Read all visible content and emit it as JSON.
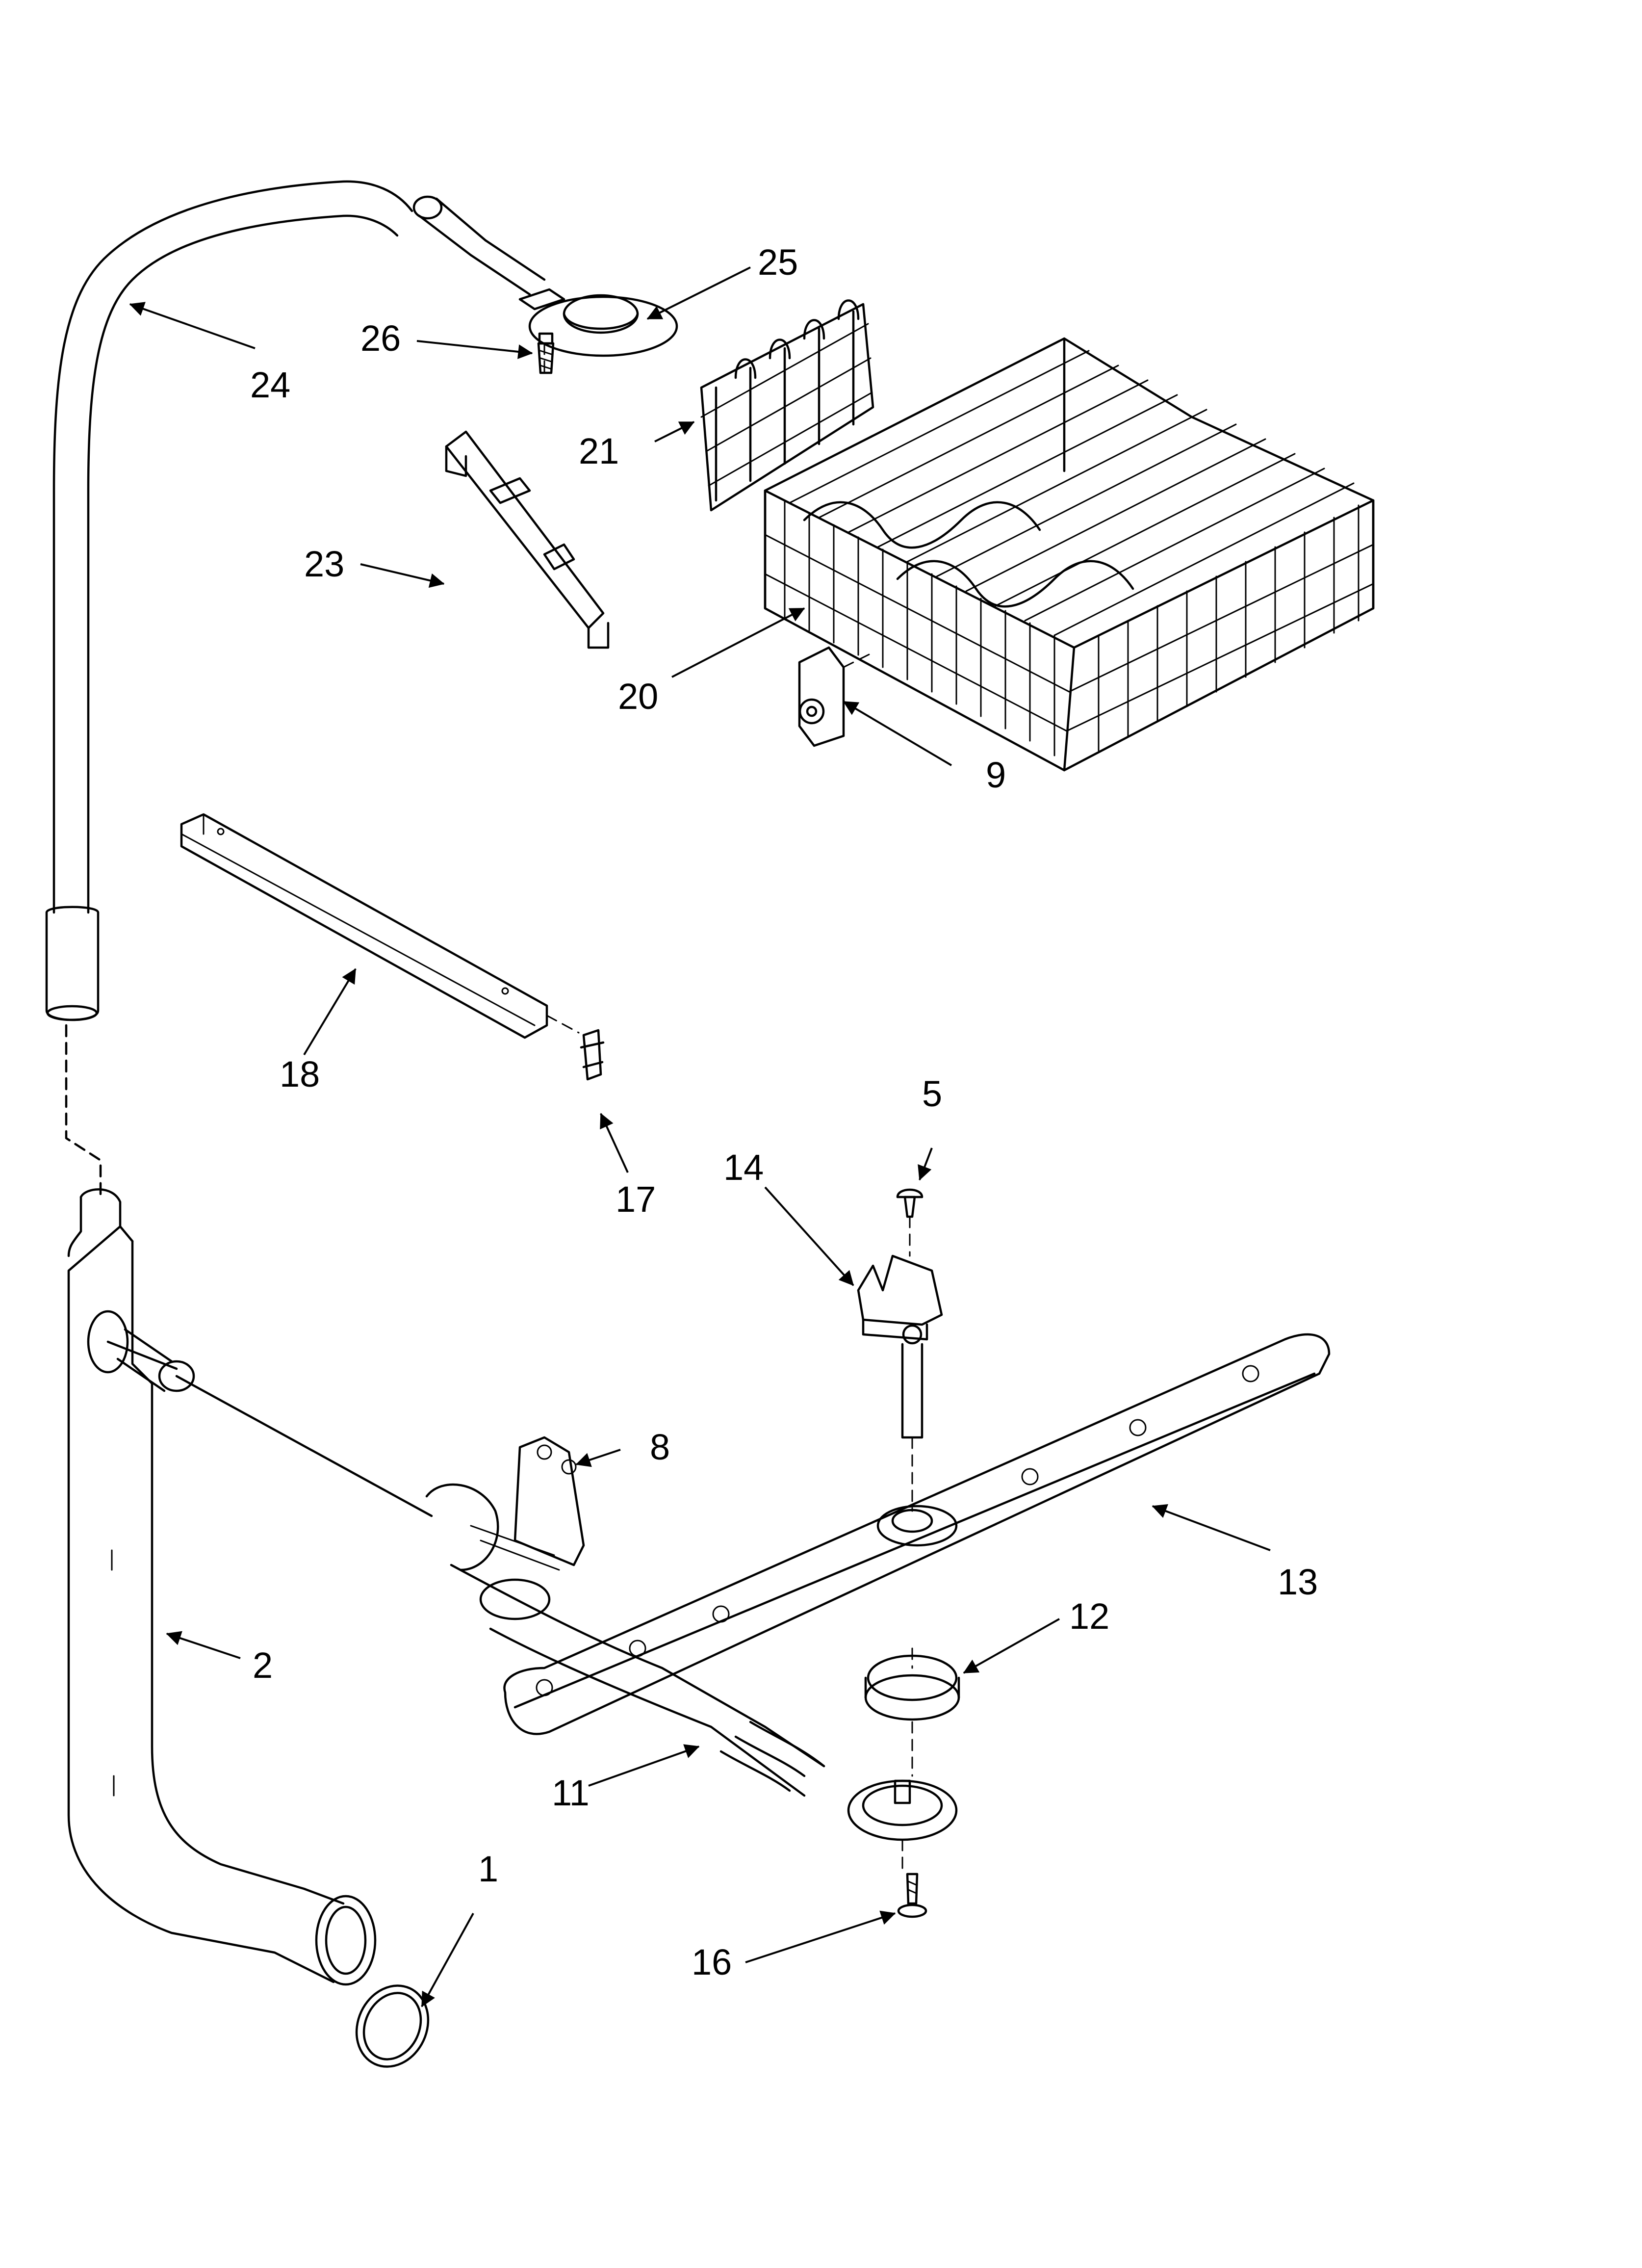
{
  "diagram": {
    "callouts": [
      {
        "id": "c1",
        "label": "1"
      },
      {
        "id": "c2",
        "label": "2"
      },
      {
        "id": "c5",
        "label": "5"
      },
      {
        "id": "c8",
        "label": "8"
      },
      {
        "id": "c9",
        "label": "9"
      },
      {
        "id": "c11",
        "label": "11"
      },
      {
        "id": "c12",
        "label": "12"
      },
      {
        "id": "c13",
        "label": "13"
      },
      {
        "id": "c14",
        "label": "14"
      },
      {
        "id": "c16",
        "label": "16"
      },
      {
        "id": "c17",
        "label": "17"
      },
      {
        "id": "c18",
        "label": "18"
      },
      {
        "id": "c20",
        "label": "20"
      },
      {
        "id": "c21",
        "label": "21"
      },
      {
        "id": "c23",
        "label": "23"
      },
      {
        "id": "c24",
        "label": "24"
      },
      {
        "id": "c25",
        "label": "25"
      },
      {
        "id": "c26",
        "label": "26"
      }
    ]
  }
}
